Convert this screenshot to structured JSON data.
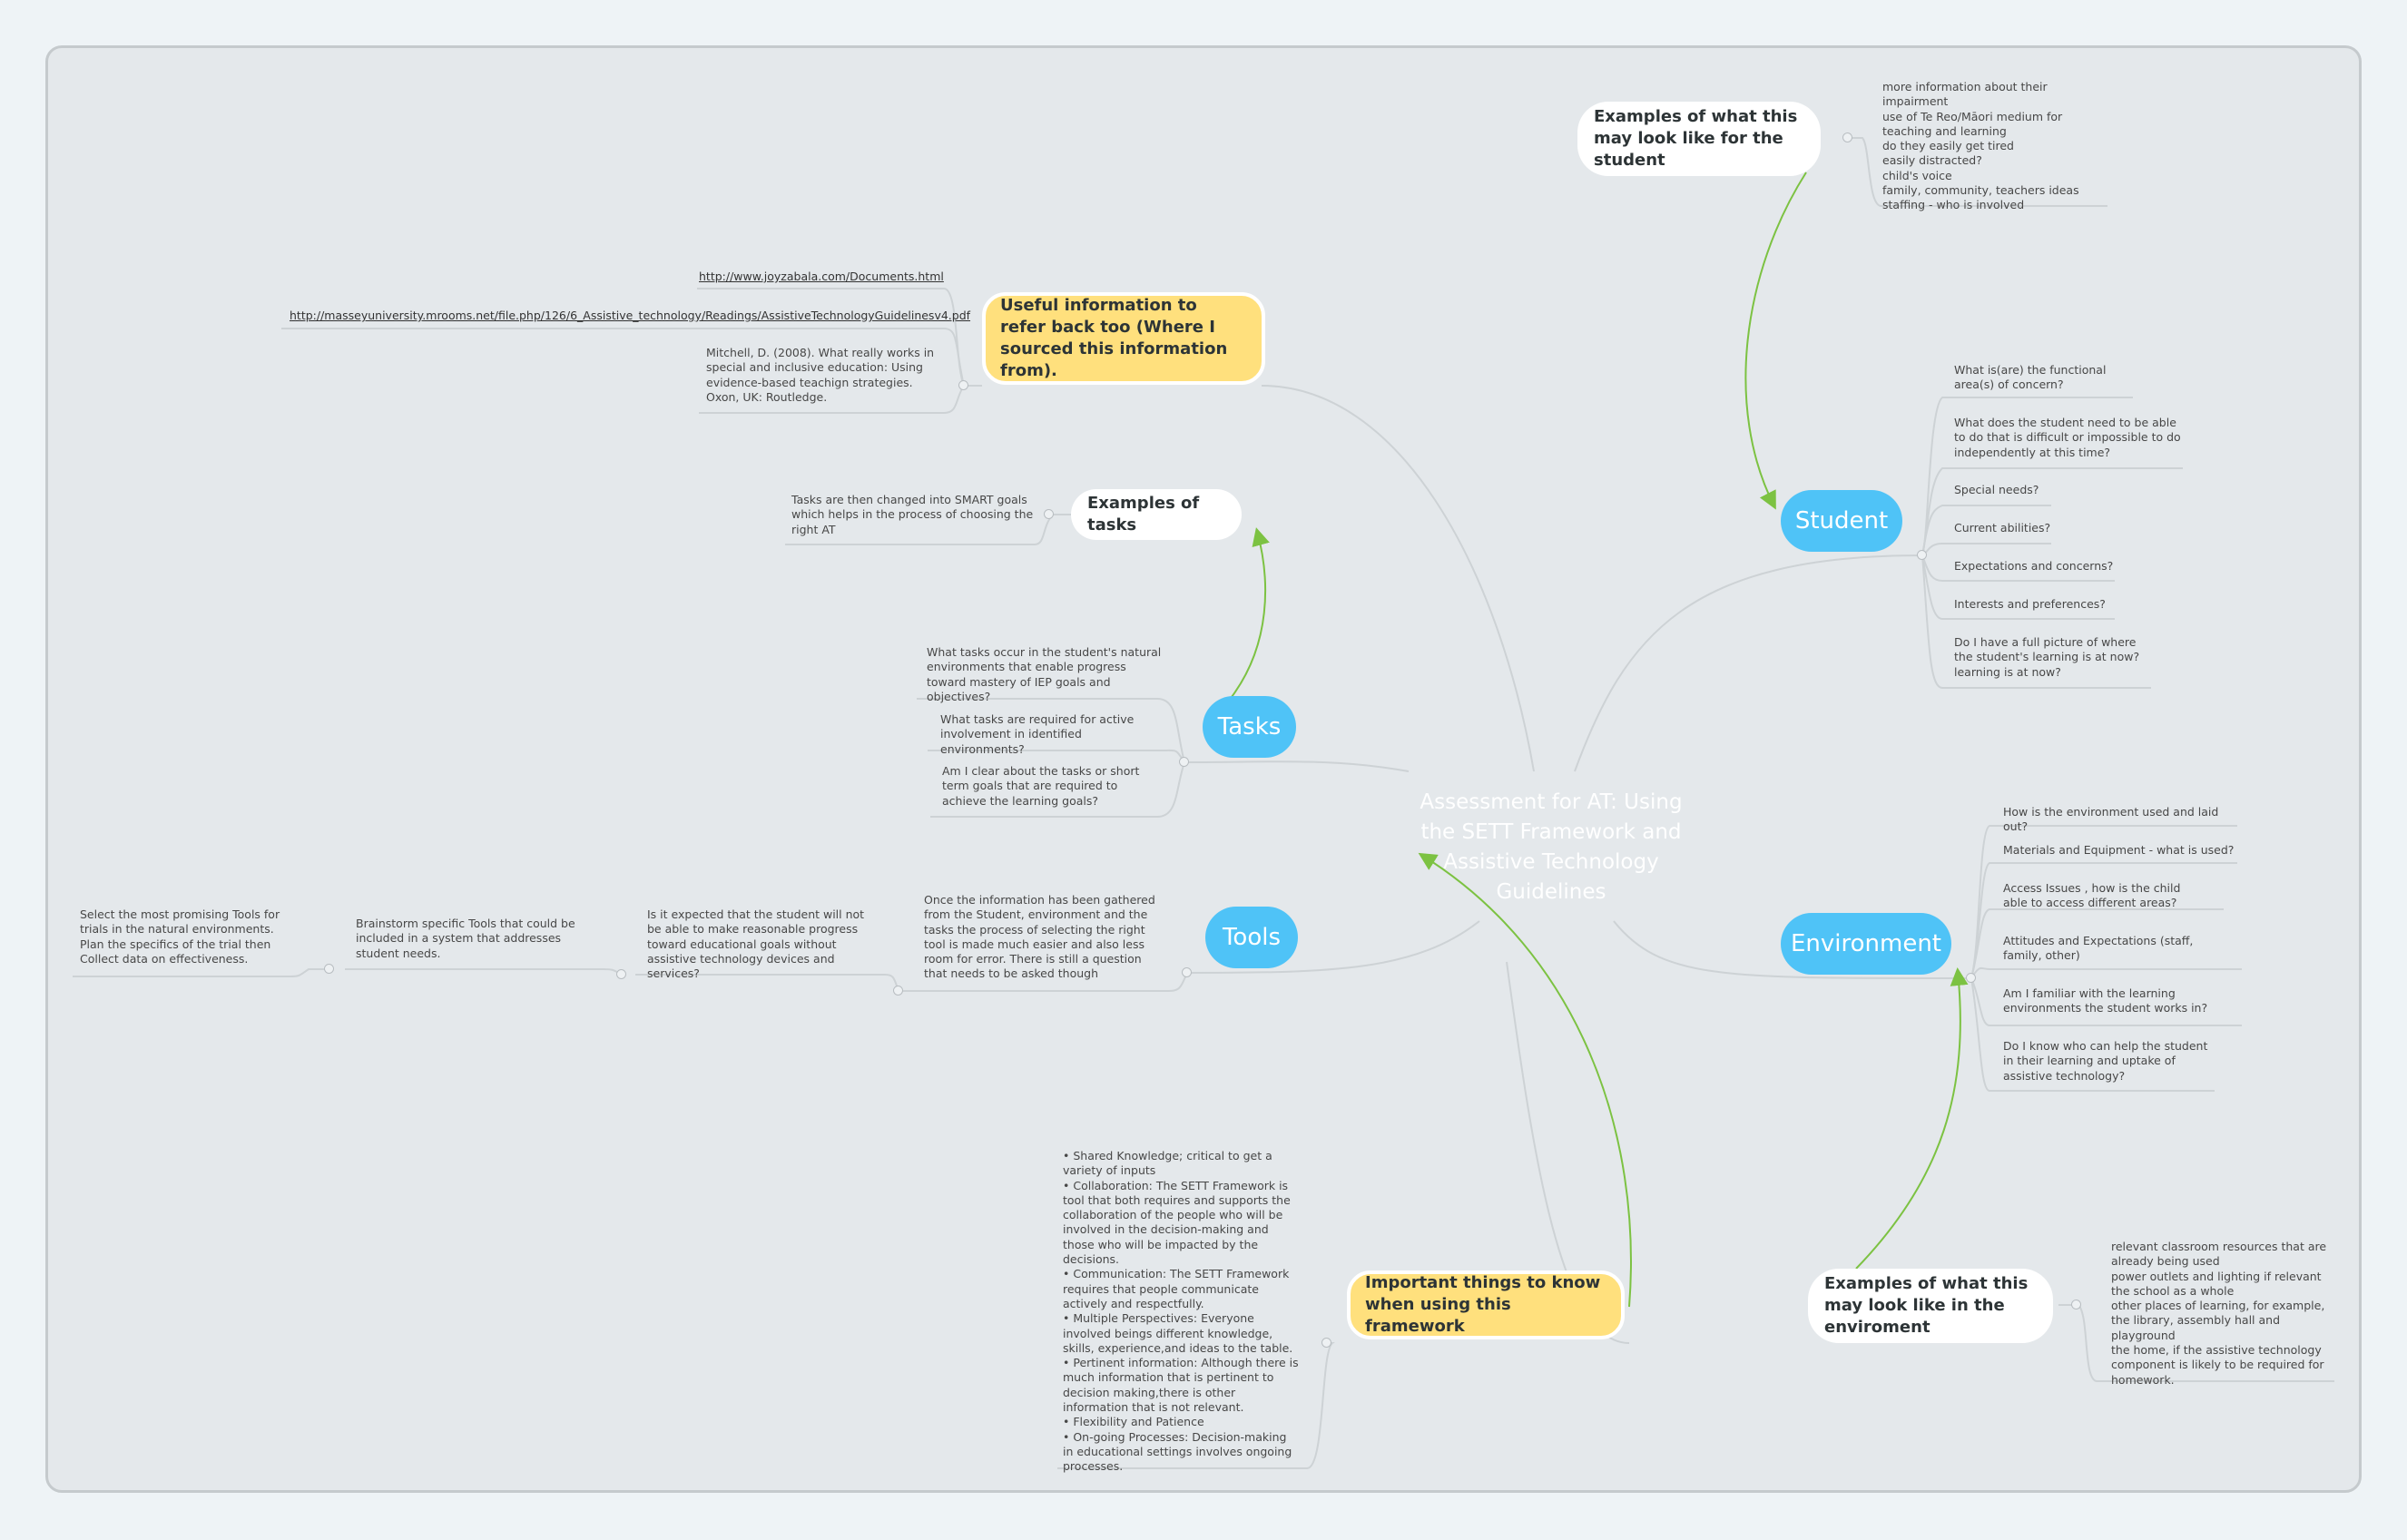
{
  "central_topic": "Assessment for AT: Using the SETT Framework and Assistive Technology Guidelines",
  "student": {
    "label": "Student",
    "items": [
      "What is(are) the functional area(s) of concern?",
      "What does the student need to be able to do that is difficult or impossible to do independently at this time?",
      "Special needs?",
      "Current abilities?",
      "Expectations and concerns?",
      "Interests and preferences?",
      "Do I have a full picture of where the student's learning is at now?\nlearning is at now?"
    ],
    "examples_title": "Examples of what this may look like for the student",
    "examples_text": "more information about their impairment\nuse of Te Reo/Māori medium for teaching and learning\ndo they easily get tired\neasily distracted?\nchild's voice\nfamily, community, teachers ideas\nstaffing - who is involved"
  },
  "environment": {
    "label": "Environment",
    "items": [
      "How is the environment used and laid out?",
      "Materials and Equipment - what is used?",
      "Access Issues , how is the child able to access different areas?",
      "Attitudes and Expectations (staff, family, other)",
      "Am I familiar with the learning environments the student works in?",
      "Do I know who can help the student in their learning and uptake of assistive technology?"
    ],
    "examples_title": "Examples of what this may look like in the enviroment",
    "examples_text": "relevant classroom resources that are already being used\npower outlets and lighting if relevant\nthe school as a whole\nother places of learning, for example, the library, assembly hall and playground\nthe home, if the assistive technology component is likely to be required for homework."
  },
  "tasks": {
    "label": "Tasks",
    "items": [
      "What tasks occur in the student's natural environments that enable progress toward mastery of IEP goals and objectives?",
      "What  tasks are required for active involvement in identified environments?",
      "Am I clear about the tasks or short term goals that are required to achieve the learning goals?"
    ],
    "examples_title": "Examples of tasks",
    "examples_text": "Tasks are then changed into SMART goals which helps in the process of choosing the right AT"
  },
  "tools": {
    "label": "Tools",
    "chain": [
      "Once the information has been gathered from the Student, environment and the tasks the process of selecting the right tool is made much easier and also less room for error.  There is still a question that needs to be asked though",
      "Is it expected that the student will not be able to make reasonable progress toward educational goals without assistive technology devices and services?",
      "Brainstorm specific Tools that could be included in a system that addresses student needs.",
      "Select the most promising Tools for trials in the natural environments.\nPlan the specifics of the trial then Collect data on effectiveness."
    ]
  },
  "references": {
    "title": "Useful information to refer back too  (Where I sourced this information from).",
    "items": [
      "http://www.joyzabala.com/Documents.html",
      "http://masseyuniversity.mrooms.net/file.php/126/6_Assistive_technology/Readings/AssistiveTechnologyGuidelinesv4.pdf",
      "Mitchell, D. (2008). What really works in special and inclusive education: Using evidence-based teachign strategies. Oxon, UK: Routledge."
    ]
  },
  "important": {
    "title": "Important things to know when using this framework",
    "text": "• Shared Knowledge; critical to get a variety of inputs\n• Collaboration: The SETT Framework is tool that both requires and supports the collaboration of the people who will be involved in the decision-making and those who will be impacted by the decisions.\n• Communication: The SETT Framework requires that people communicate actively and respectfully.\n• Multiple Perspectives: Everyone involved beings different knowledge, skills, experience,and ideas to the table.\n• Pertinent information: Although there is much information that is pertinent to decision making,there is other information that is not relevant.\n• Flexibility and Patience\n• On-going Processes: Decision-making in educational settings involves ongoing processes."
  },
  "colors": {
    "canvas": "#e4e8eb",
    "topic": "#4fc3f7",
    "callout": "#ffe07d",
    "relationship_arrow": "#7cc242",
    "branch_line": "#cdd2d5"
  }
}
